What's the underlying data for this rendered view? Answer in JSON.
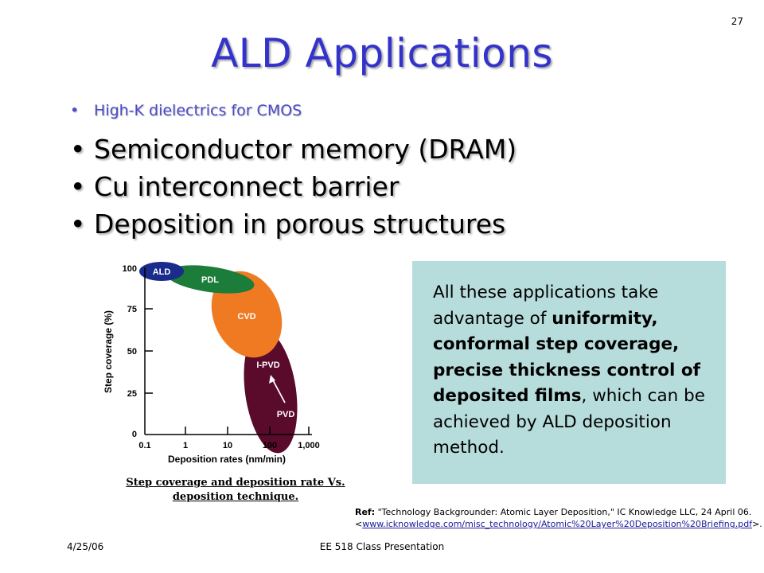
{
  "slide": {
    "page_number": "27",
    "title": "ALD Applications"
  },
  "bullets": {
    "small": "High-K dielectrics for CMOS",
    "items": [
      "Semiconductor memory (DRAM)",
      "Cu interconnect barrier",
      "Deposition in porous structures"
    ]
  },
  "chart": {
    "caption_line1": "Step coverage and deposition rate Vs.",
    "caption_line2": "deposition technique."
  },
  "chart_data": {
    "type": "scatter",
    "title": "",
    "xlabel": "Deposition rates (nm/min)",
    "ylabel": "Step coverage (%)",
    "x_scale": "log",
    "xlim": [
      0.1,
      1000
    ],
    "ylim": [
      0,
      100
    ],
    "x_ticks": [
      "0.1",
      "1",
      "10",
      "100",
      "1,000"
    ],
    "y_ticks": [
      "0",
      "25",
      "50",
      "75",
      "100"
    ],
    "regions": [
      {
        "name": "ALD",
        "color": "#1a2b8c"
      },
      {
        "name": "PDL",
        "color": "#1c7c3a"
      },
      {
        "name": "CVD",
        "color": "#f07a22"
      },
      {
        "name": "I-PVD",
        "color": "#5a0a2a"
      },
      {
        "name": "PVD",
        "color": "#5a0a2a"
      }
    ]
  },
  "info_box": {
    "text_1": "All these applications take advantage of ",
    "bold": "uniformity, conformal step coverage, precise thickness control of deposited films",
    "text_2": ", which can be achieved by ALD deposition method."
  },
  "reference": {
    "label": "Ref:",
    "text": " \"Technology Backgrounder: Atomic Layer Deposition,\" IC Knowledge LLC, 24 April 06.",
    "lt": "<",
    "link": "www.icknowledge.com/misc_technology/Atomic%20Layer%20Deposition%20Briefing.pdf",
    "gt": ">."
  },
  "footer": {
    "date": "4/25/06",
    "center": "EE 518 Class Presentation"
  }
}
